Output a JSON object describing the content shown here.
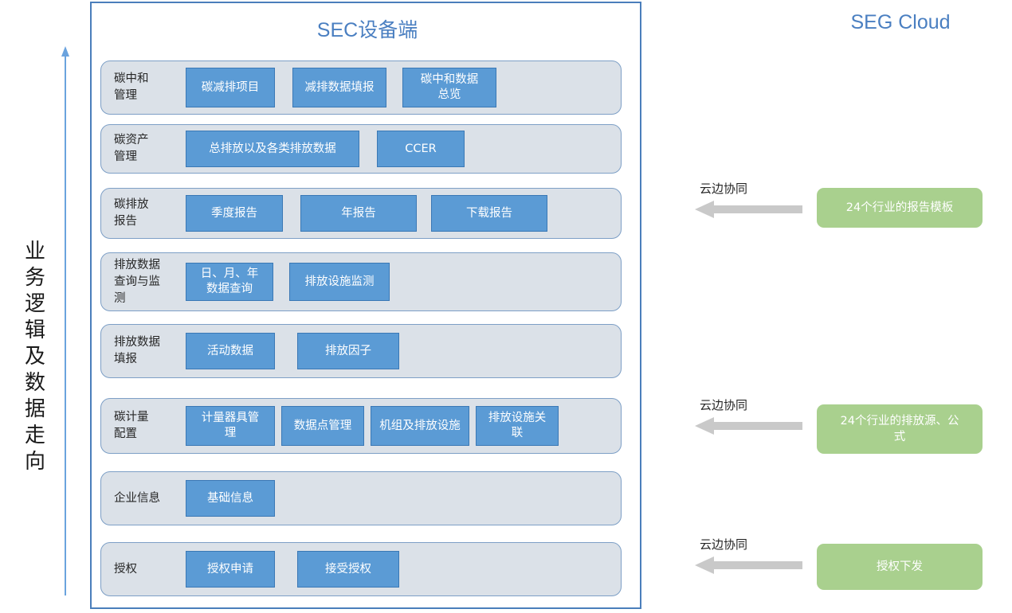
{
  "flow": {
    "label_chars": [
      "业",
      "务",
      "逻",
      "辑",
      "及",
      "数",
      "据",
      "走",
      "向"
    ],
    "label_text": "业务逻辑及数据走向",
    "arrow_direction": "up",
    "arrow_color": "#5b9bd5"
  },
  "device": {
    "title": "SEC设备端",
    "title_color": "#4a7fc1",
    "border_color": "#4a7ebb",
    "row_background": "#dbe1e8",
    "button_color": "#5b9bd5",
    "rows": [
      {
        "label": "碳中和\n管理",
        "label_lines": [
          "碳中和",
          "管理"
        ],
        "items": [
          {
            "text": "碳减排项目"
          },
          {
            "text": "减排数据填报"
          },
          {
            "text": "碳中和数据\n总览",
            "lines": [
              "碳中和数据",
              "总览"
            ]
          }
        ]
      },
      {
        "label": "碳资产\n管理",
        "label_lines": [
          "碳资产",
          "管理"
        ],
        "items": [
          {
            "text": "总排放以及各类排放数据"
          },
          {
            "text": "CCER"
          }
        ]
      },
      {
        "label": "碳排放\n报告",
        "label_lines": [
          "碳排放",
          "报告"
        ],
        "items": [
          {
            "text": "季度报告"
          },
          {
            "text": "年报告"
          },
          {
            "text": "下载报告"
          }
        ]
      },
      {
        "label": "排放数据\n查询与监\n测",
        "label_lines": [
          "排放数据",
          "查询与监",
          "测"
        ],
        "items": [
          {
            "text": "日、月、年\n数据查询",
            "lines": [
              "日、月、年",
              "数据查询"
            ]
          },
          {
            "text": "排放设施监测"
          }
        ]
      },
      {
        "label": "排放数据\n填报",
        "label_lines": [
          "排放数据",
          "填报"
        ],
        "items": [
          {
            "text": "活动数据"
          },
          {
            "text": "排放因子"
          }
        ]
      },
      {
        "label": "碳计量\n配置",
        "label_lines": [
          "碳计量",
          "配置"
        ],
        "items": [
          {
            "text": "计量器具管\n理",
            "lines": [
              "计量器具管",
              "理"
            ]
          },
          {
            "text": "数据点管理"
          },
          {
            "text": "机组及排放设施"
          },
          {
            "text": "排放设施关\n联",
            "lines": [
              "排放设施关",
              "联"
            ]
          }
        ]
      },
      {
        "label": "企业信息",
        "label_lines": [
          "企业信息"
        ],
        "items": [
          {
            "text": "基础信息"
          }
        ]
      },
      {
        "label": "授权",
        "label_lines": [
          "授权"
        ],
        "items": [
          {
            "text": "授权申请"
          },
          {
            "text": "接受授权"
          }
        ]
      }
    ]
  },
  "cloud": {
    "title": "SEG Cloud",
    "title_color": "#4a7fc1",
    "box_color": "#a9d08e",
    "arrow_color": "#c9c9c9",
    "links": [
      {
        "sync_label": "云边协同",
        "box_text": "24个行业的报告模板",
        "box_lines": [
          "24个行业的报告模板"
        ]
      },
      {
        "sync_label": "云边协同",
        "box_text": "24个行业的排放源、公式",
        "box_lines": [
          "24个行业的排放源、公",
          "式"
        ]
      },
      {
        "sync_label": "云边协同",
        "box_text": "授权下发",
        "box_lines": [
          "授权下发"
        ]
      }
    ]
  }
}
